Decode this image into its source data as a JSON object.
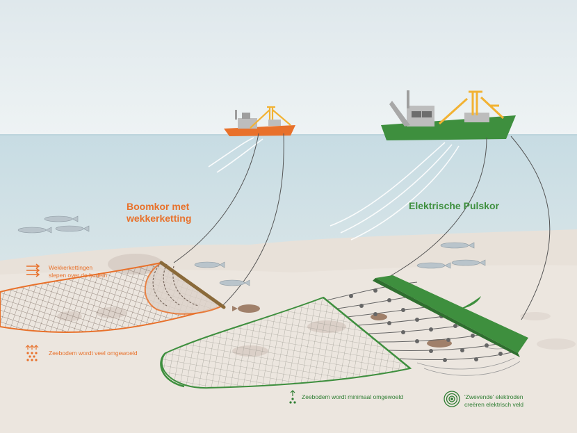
{
  "labels": {
    "beam_trawl": [
      "Boomkor met",
      "wekkerketting"
    ],
    "pulse_trawl": "Elektrische Pulskor"
  },
  "legend": {
    "chains": [
      "Wekkerkettingen",
      "slepen over de bodem"
    ],
    "seabed_much": "Zeebodem wordt veel omgewoeld",
    "seabed_minimal": "Zeebodem wordt minimaal omgewoeld",
    "electrodes": [
      "'Zwevende' elektroden",
      "creëren elektrisch veld"
    ]
  },
  "colors": {
    "beam_trawl": "#e8712b",
    "pulse_trawl": "#3e8f3e",
    "sky": "#e6edf0",
    "sea": "#cddfe5",
    "seabed": "#eae4de"
  },
  "icons": [
    "chain-arrows-icon",
    "dots-up-icon",
    "dots-up-small-icon",
    "electric-field-icon"
  ]
}
